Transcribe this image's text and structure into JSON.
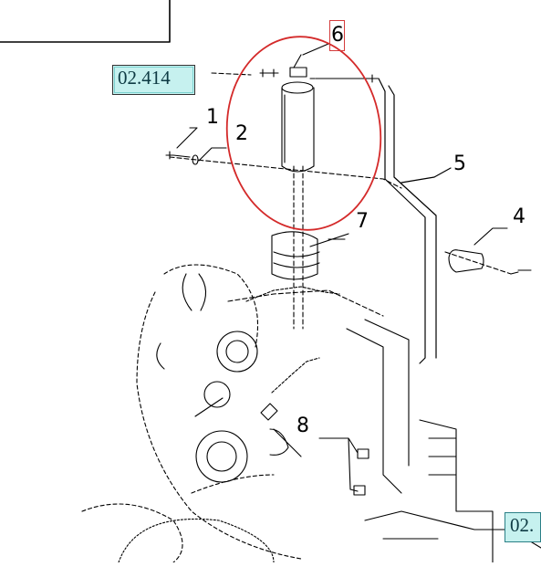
{
  "diagram": {
    "ref_tags": {
      "top": "02.414",
      "bottom_right": "02."
    },
    "callouts": {
      "c1": "1",
      "c2": "2",
      "c4": "4",
      "c5": "5",
      "c6": "6",
      "c7": "7",
      "c8": "8"
    },
    "colors": {
      "line": "#000000",
      "highlight_ellipse": "#d42a2a",
      "ref_tag_fill": "#c6f1ef",
      "ref_tag_border": "#2b7f86"
    }
  }
}
